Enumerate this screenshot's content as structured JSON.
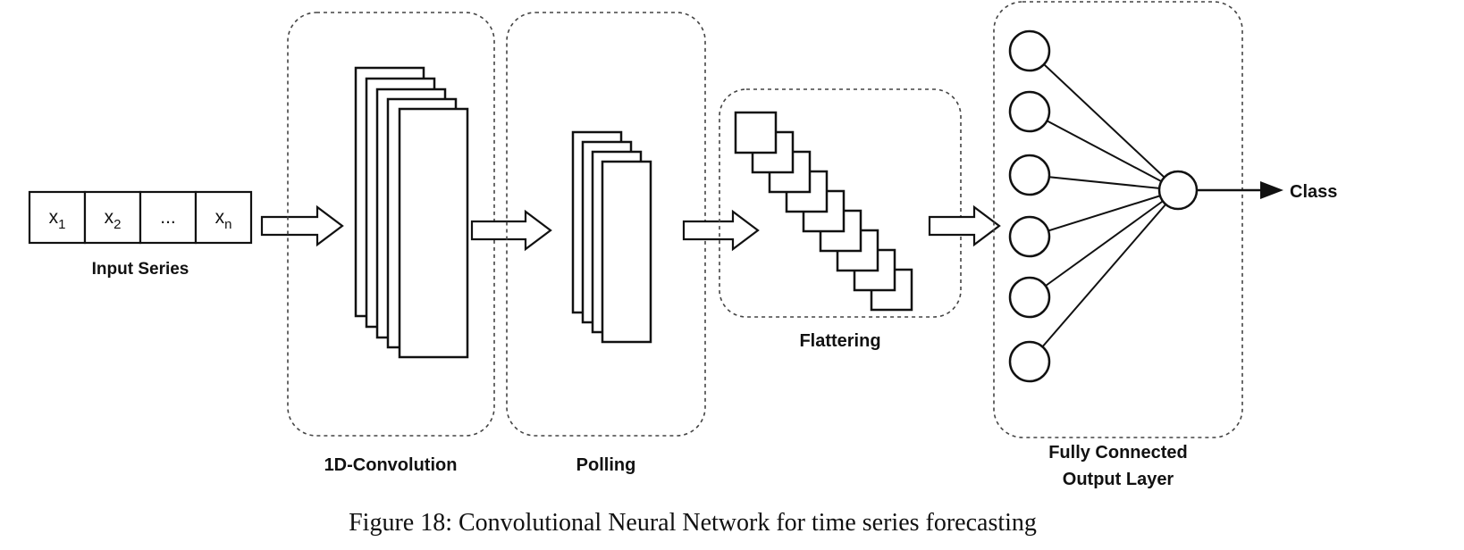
{
  "colors": {
    "background": "#ffffff",
    "stroke": "#111111",
    "dashed_border": "#444444"
  },
  "input": {
    "label": "Input Series",
    "cells": [
      {
        "base": "x",
        "sub": "1"
      },
      {
        "base": "x",
        "sub": "2"
      },
      {
        "base": "...",
        "sub": ""
      },
      {
        "base": "x",
        "sub": "n"
      }
    ]
  },
  "layers": {
    "conv": {
      "label": "1D-Convolution"
    },
    "polling": {
      "label": "Polling"
    },
    "flattering": {
      "label": "Flattering"
    },
    "fc": {
      "line1": "Fully Connected",
      "line2": "Output Layer"
    }
  },
  "output": {
    "class_label": "Class"
  },
  "caption": "Figure 18: Convolutional Neural Network for time series forecasting"
}
